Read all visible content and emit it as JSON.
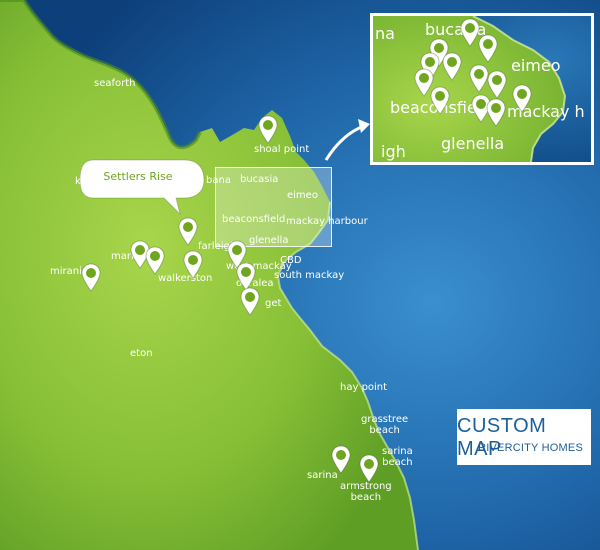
{
  "colors": {
    "sea_dark": "#0d3f7a",
    "sea_light": "#2f7fbf",
    "land_dark": "#5c9c28",
    "land_light": "#a6d24a",
    "label": "#ffffff",
    "bubble_text": "#6fa51f",
    "brand_text": "#1c5f9a"
  },
  "map": {
    "labels": {
      "seaforth": "seaforth",
      "shoal_point": "shoal point",
      "k_partial": "k",
      "bana_partial": "bana",
      "bucasia": "bucasia",
      "eimeo": "eimeo",
      "beaconsfield": "beaconsfield",
      "mackay_harbour": "mackay harbour",
      "glenella": "glenella",
      "marian": "marian",
      "farleigh": "farleigh",
      "cbd": "CBD",
      "mirani": "mirani",
      "walkerston": "walkerston",
      "west_mackay": "west mackay",
      "south_mackay": "south mackay",
      "ooralea": "ooralea",
      "bakers_creek_partial": "get",
      "eton": "eton",
      "hay_point": "hay point",
      "grasstree_beach": "grasstree\nbeach",
      "sarina_beach": "sarina\nbeach",
      "sarina": "sarina",
      "armstrong_beach": "armstrong\nbeach"
    },
    "featured_estate": "Settlers Rise",
    "icons": {
      "pin": "map-pin-icon",
      "arrow": "curved-arrow-icon"
    }
  },
  "inset": {
    "labels": {
      "na_partial": "na",
      "bucasia": "bucasia",
      "eimeo": "eimeo",
      "beaconsfield": "beaconsfield",
      "mackay_harbour": "mackay h",
      "glenella": "glenella",
      "igh_partial": "igh"
    }
  },
  "brand": {
    "title": "CUSTOM MAP",
    "subtitle": "RIVERCITY HOMES"
  }
}
